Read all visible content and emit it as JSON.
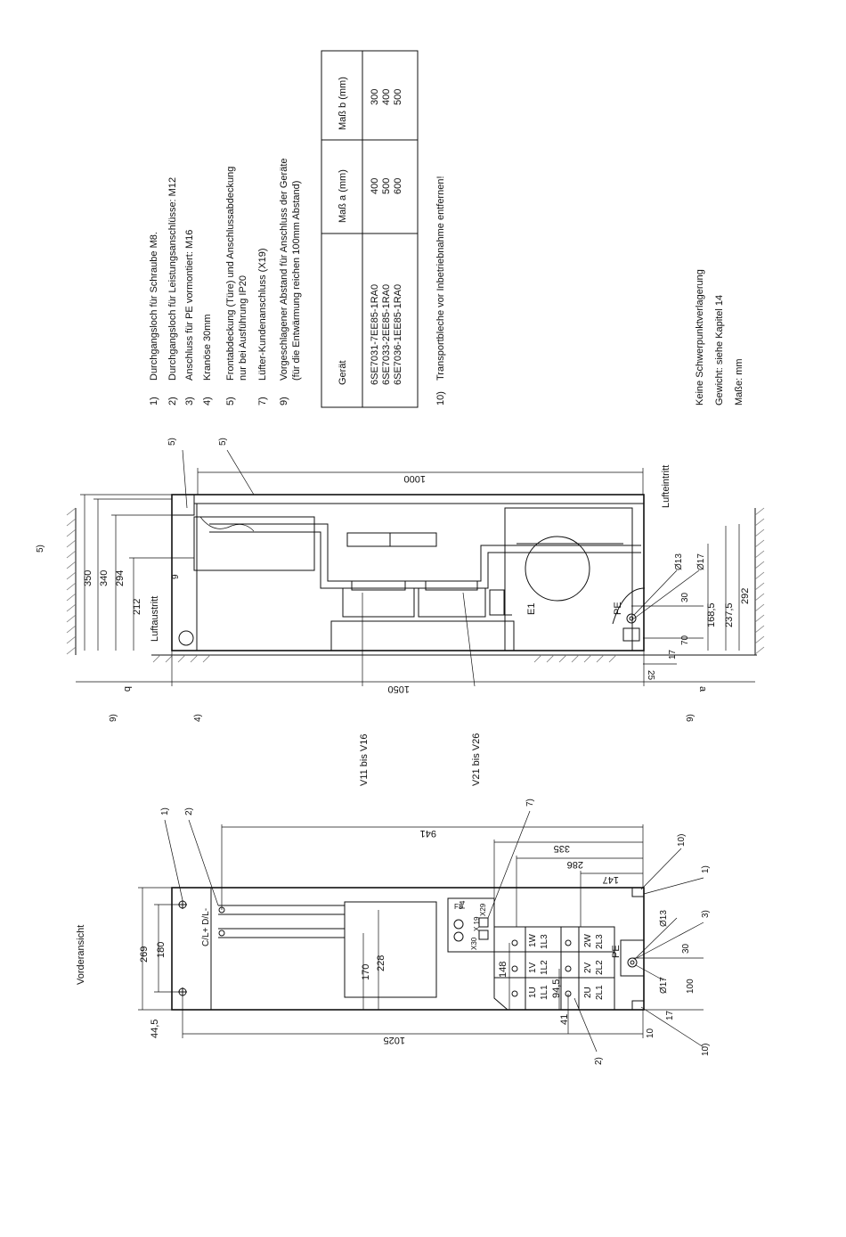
{
  "notes": {
    "items": [
      {
        "num": "1)",
        "text": "Durchgangsloch für Schraube M8."
      },
      {
        "num": "2)",
        "text": "Durchgangsloch für Leistungsanschlüsse: M12"
      },
      {
        "num": "3)",
        "text": "Anschluss für PE vormontiert: M16"
      },
      {
        "num": "4)",
        "text": "Kranöse 30mm"
      },
      {
        "num": "5)",
        "text": "Frontabdeckung (Türe) und Anschlussabdeckung",
        "text2": "nur bei Ausführung IP20"
      },
      {
        "num": "7)",
        "text": "Lüfter-Kundenanschluss (X19)"
      },
      {
        "num": "9)",
        "text": "Vorgeschlagener Abstand für Anschluss der Geräte",
        "text2": "(für die Entwärmung reichen 100mm Abstand)"
      }
    ],
    "note10": {
      "num": "10)",
      "text": "Transportbleche vor Inbetriebnahme entfernen!"
    }
  },
  "table": {
    "headers": [
      "Gerät",
      "Maß a (mm)",
      "Maß b (mm)"
    ],
    "rows": [
      [
        "6SE7031-7EE85-1RA0",
        "400",
        "300"
      ],
      [
        "6SE7033-2EE85-1RA0",
        "500",
        "400"
      ],
      [
        "6SE7036-1EE85-1RA0",
        "600",
        "500"
      ]
    ]
  },
  "info": {
    "line1": "Keine Schwerpunktverlagerung",
    "line2": "Gewicht: siehe Kapitel 14",
    "line3": "Maße: mm"
  },
  "side_view": {
    "dim_1000": "1000",
    "dim_1050": "1050",
    "dim_a": "a",
    "dim_b": "b",
    "dim_350": "350",
    "dim_340": "340",
    "dim_294": "294",
    "dim_212": "212",
    "dim_9": "9",
    "dim_25": "25",
    "dim_17": "17",
    "dim_70": "70",
    "dim_30": "30",
    "dim_168": "168,5",
    "dim_237": "237,5",
    "dim_292": "292",
    "dia_13": "Ø13",
    "dia_17": "Ø17",
    "luftaustritt": "Luftaustritt",
    "lufteintritt": "Lufteintritt",
    "pe": "PE",
    "e1": "E1",
    "v11": "V11 bis V16",
    "v21": "V21 bis V26",
    "ref5a": "5)",
    "ref5b": "5)",
    "ref5c": "5)",
    "ref4": "4)",
    "ref9a": "9)",
    "ref9b": "9)"
  },
  "front_view": {
    "title": "Vorderansicht",
    "dim_941": "941",
    "dim_335": "335",
    "dim_286": "286",
    "dim_147": "147",
    "dim_1025": "1025",
    "dim_269": "269",
    "dim_180": "180",
    "dim_44": "44,5",
    "dim_170": "170",
    "dim_228": "228",
    "dim_148": "148",
    "dim_94": "94,5",
    "dim_41": "41",
    "dim_30": "30",
    "dim_100": "100",
    "dim_17": "17",
    "dim_10": "10",
    "dia_13": "Ø13",
    "dia_17": "Ø17",
    "pe": "PE",
    "cl": "C/L+ D/L-",
    "t1u": "1U",
    "t1l1": "1L1",
    "t1v": "1V",
    "t1l2": "1L2",
    "t1w": "1W",
    "t1l3": "1L3",
    "t2u": "2U",
    "t2l1": "2L1",
    "t2v": "2V",
    "t2l2": "2L2",
    "t2w": "2W",
    "t2l3": "2L3",
    "f3": "F3",
    "f4": "F4",
    "x30": "X30",
    "x19": "X 19",
    "x29": "X29",
    "ref1a": "1)",
    "ref1b": "1)",
    "ref2a": "2)",
    "ref2b": "2)",
    "ref3": "3)",
    "ref7": "7)",
    "ref10a": "10)",
    "ref10b": "10)"
  }
}
